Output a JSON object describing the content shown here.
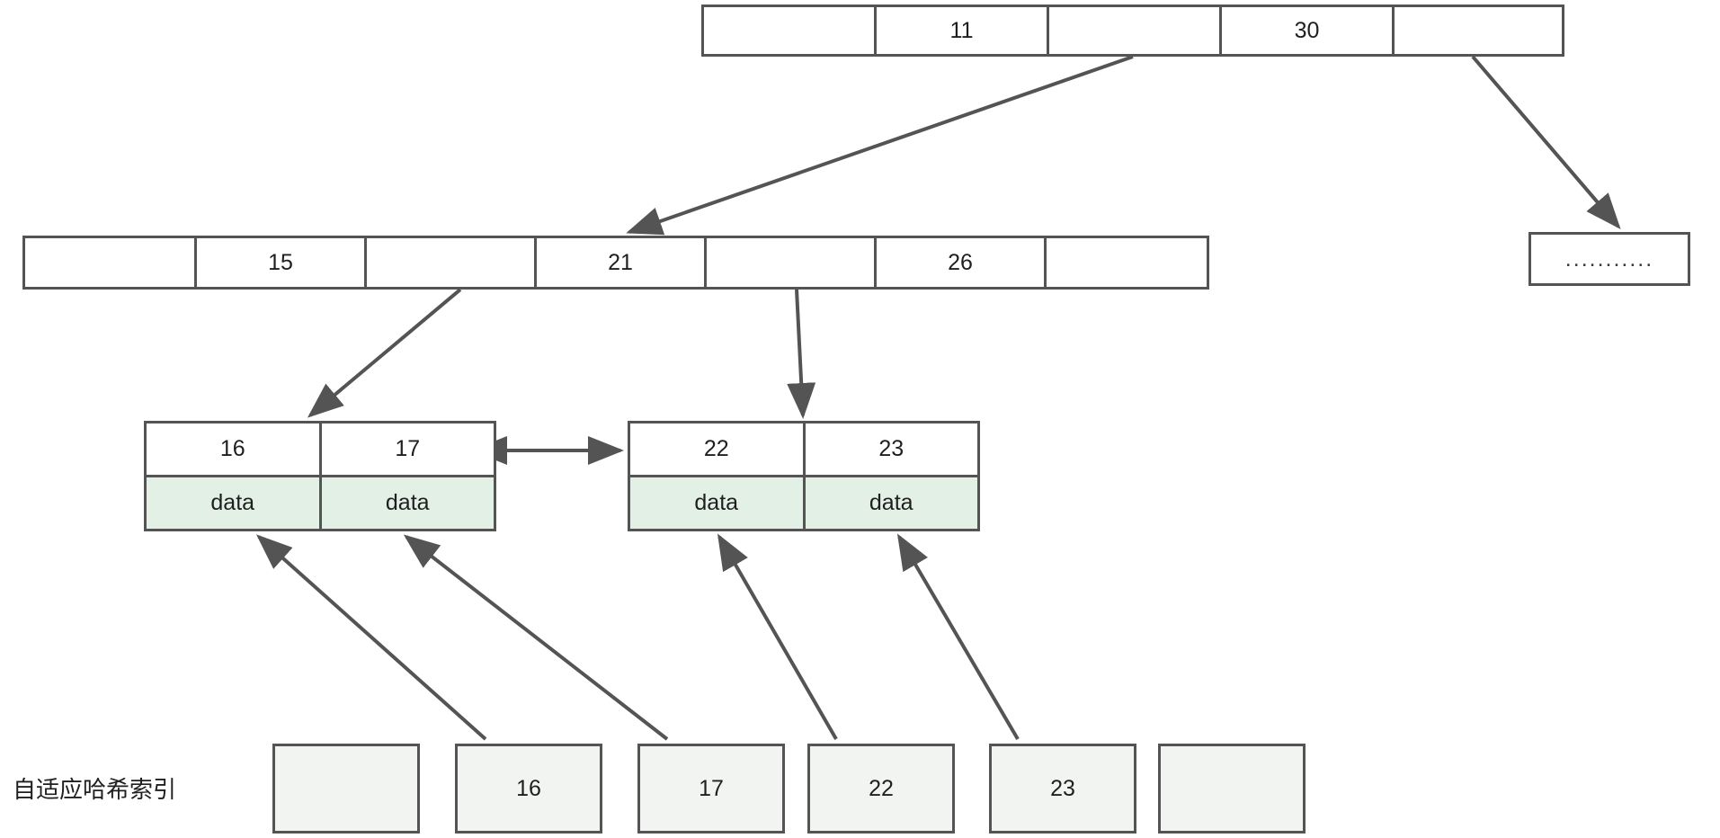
{
  "diagram": {
    "title": "B+Tree index with adaptive hash index",
    "stroke_color": "#545454",
    "data_cell_color": "#e3f0e6",
    "hash_cell_color": "#f2f4f2"
  },
  "root_node": {
    "name": "root-index-page",
    "cells": [
      "",
      "11",
      "",
      "30",
      ""
    ]
  },
  "level2_node": {
    "name": "internal-index-page",
    "cells": [
      "",
      "15",
      "",
      "21",
      "",
      "26",
      ""
    ]
  },
  "ellipsis_node": {
    "name": "omitted-index-page",
    "cells": [
      "..........."
    ]
  },
  "leaf_left": {
    "name": "leaf-page-16-17",
    "keys": [
      "16",
      "17"
    ],
    "data": [
      "data",
      "data"
    ]
  },
  "leaf_right": {
    "name": "leaf-page-22-23",
    "keys": [
      "22",
      "23"
    ],
    "data": [
      "data",
      "data"
    ]
  },
  "adaptive_hash_index": {
    "label": "自适应哈希索引",
    "buckets": [
      "",
      "16",
      "17",
      "22",
      "23",
      ""
    ]
  },
  "connectors": [
    {
      "from": "root-node-cell-2",
      "to": "level2-node-cell-3",
      "type": "arrow"
    },
    {
      "from": "root-node-cell-4",
      "to": "ellipsis-node",
      "type": "arrow"
    },
    {
      "from": "level2-node-cell-2",
      "to": "leaf-left",
      "type": "arrow"
    },
    {
      "from": "level2-node-cell-4",
      "to": "leaf-right",
      "type": "arrow"
    },
    {
      "from": "leaf-left",
      "to": "leaf-right",
      "type": "double-arrow"
    },
    {
      "from": "hash-bucket-16",
      "to": "leaf-left-data-0",
      "type": "arrow"
    },
    {
      "from": "hash-bucket-17",
      "to": "leaf-left-data-1",
      "type": "arrow"
    },
    {
      "from": "hash-bucket-22",
      "to": "leaf-right-data-0",
      "type": "arrow"
    },
    {
      "from": "hash-bucket-23",
      "to": "leaf-right-data-1",
      "type": "arrow"
    }
  ]
}
